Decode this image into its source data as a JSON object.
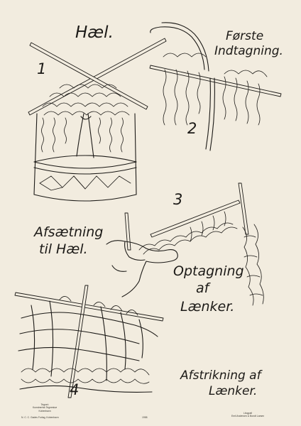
{
  "figure_1": {
    "number": "1",
    "title": "Hæl.",
    "caption_line_1": "Afsætning",
    "caption_line_2": "til Hæl."
  },
  "figure_2": {
    "number": "2",
    "caption_line_1": "Første",
    "caption_line_2": "Indtagning."
  },
  "figure_3": {
    "number": "3",
    "caption_line_1": "Optagning",
    "caption_line_2": "af",
    "caption_line_3": "Lænker."
  },
  "figure_4": {
    "number": "4",
    "caption_line_1": "Afstrikning af",
    "caption_line_2": "Lænker."
  },
  "imprint_left": {
    "line_1": "Tegnet:",
    "line_2": "Kunstnerisk Tegnestue",
    "line_3": "Kobenhavn",
    "line_4": "N. C. C. Gades Forlag, Kobenhavn"
  },
  "imprint_center": "1958",
  "imprint_right": {
    "line_1": "Litografi",
    "line_2": "Emil Andersen & Bondt Larsen"
  }
}
